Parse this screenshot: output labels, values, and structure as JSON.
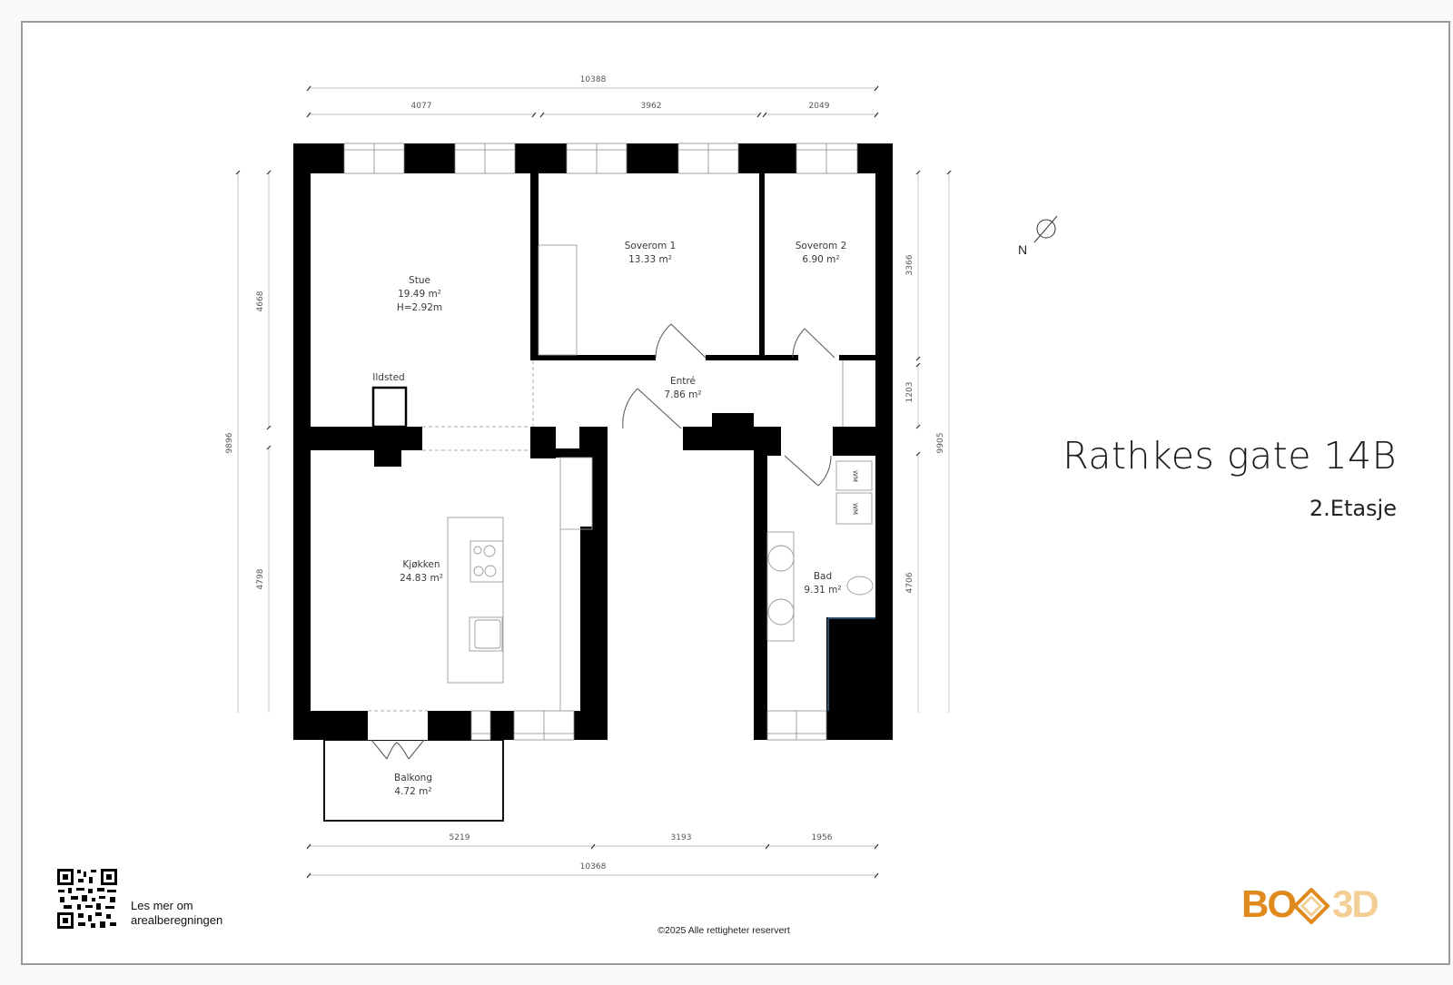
{
  "header": {
    "address": "Rathkes gate 14B",
    "floor": "2.Etasje"
  },
  "compass": {
    "label": "N",
    "icon": "north-arrow-icon"
  },
  "rooms": [
    {
      "name": "Stue",
      "area": "19.49 m²",
      "height": "H=2.92m"
    },
    {
      "name": "Soverom 1",
      "area": "13.33 m²"
    },
    {
      "name": "Soverom 2",
      "area": "6.90 m²"
    },
    {
      "name": "Entré",
      "area": "7.86 m²"
    },
    {
      "name": "Kjøkken",
      "area": "24.83 m²"
    },
    {
      "name": "Bad",
      "area": "9.31 m²"
    },
    {
      "name": "Balkong",
      "area": "4.72 m²"
    }
  ],
  "fixtures": {
    "fireplace_label": "Ildsted",
    "washer_label_1": "WM",
    "washer_label_2": "WM"
  },
  "dimensions": {
    "top_total": "10388",
    "top_segments": [
      "4077",
      "3962",
      "2049"
    ],
    "bottom_total": "10368",
    "bottom_segments": [
      "5219",
      "3193",
      "1956"
    ],
    "left_total": "9896",
    "left_segments": [
      "4668",
      "4798"
    ],
    "right_total": "9905",
    "right_segments": [
      "3366",
      "1203",
      "4706"
    ]
  },
  "footer": {
    "qr_icon": "qr-code-icon",
    "qr_text_line1": "Les mer om",
    "qr_text_line2": "arealberegningen",
    "copyright": "©2025 Alle rettigheter reservert",
    "logo_left": "BO",
    "logo_right": "3D",
    "logo_colors": {
      "primary": "#e08a1e",
      "secondary": "#f3cf95"
    }
  }
}
